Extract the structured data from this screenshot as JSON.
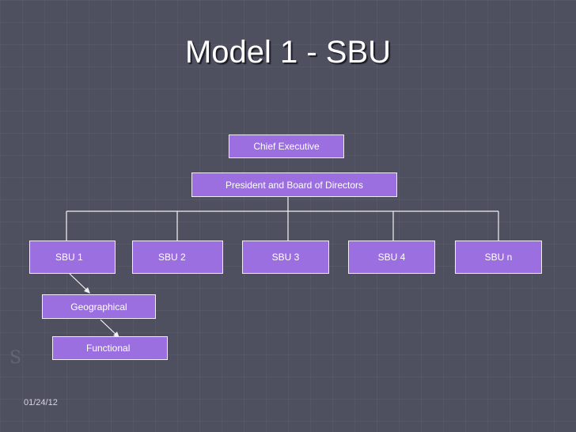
{
  "title": "Model 1 - SBU",
  "date": "01/24/12",
  "emblem": "S",
  "nodes": {
    "chief_executive": "Chief Executive",
    "president_board": "President and Board of Directors",
    "sbu_1": "SBU 1",
    "sbu_2": "SBU 2",
    "sbu_3": "SBU 3",
    "sbu_4": "SBU 4",
    "sbu_n": "SBU n",
    "geographical": "Geographical",
    "functional": "Functional"
  },
  "colors": {
    "background": "#4e4f5f",
    "box_fill": "#9c6fe0",
    "box_border": "#f0ecf8",
    "connector": "#f2f2f2"
  }
}
